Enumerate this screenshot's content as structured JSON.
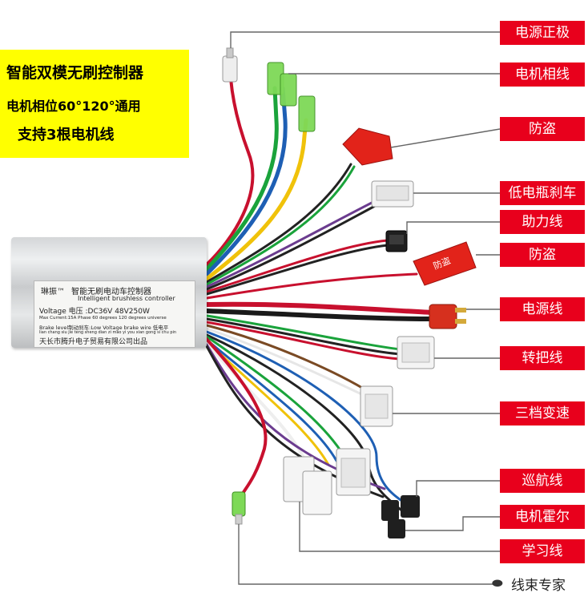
{
  "promo": {
    "line1": "智能双模无刷控制器",
    "line2": "电机相位60°120°通用",
    "line3": "支持3根电机线"
  },
  "controller": {
    "brand": "琳振™",
    "name": "智能无刷电动车控制器",
    "name_en": "Intelligent brushless controller",
    "voltage": "Voltage 电压 :DC36V 48V250W",
    "current": "Max Current:15A    Phase 60 degrees 120 degrees universe",
    "brake": "Brake level制动刹车:Low Voltage brake wire  低电平",
    "pinyin": "lian chang siu jie teng sheng dian zi mao yi you xian gong si chu pin",
    "maker": "天长市腾升电子贸易有限公司出品"
  },
  "labels": [
    "电源正极",
    "电机相线",
    "防盗",
    "低电瓶刹车",
    "助力线",
    "防盗",
    "电源线",
    "转把线",
    "三档变速",
    "巡航线",
    "电机霍尔",
    "学习线"
  ],
  "connector_text": "防盗",
  "watermark": "线束专家",
  "icons": {
    "watermark_icon": "wechat-icon"
  },
  "colors": {
    "label_bg": "#e8001c",
    "promo_bg": "#ffff00",
    "leader": "#666666"
  }
}
